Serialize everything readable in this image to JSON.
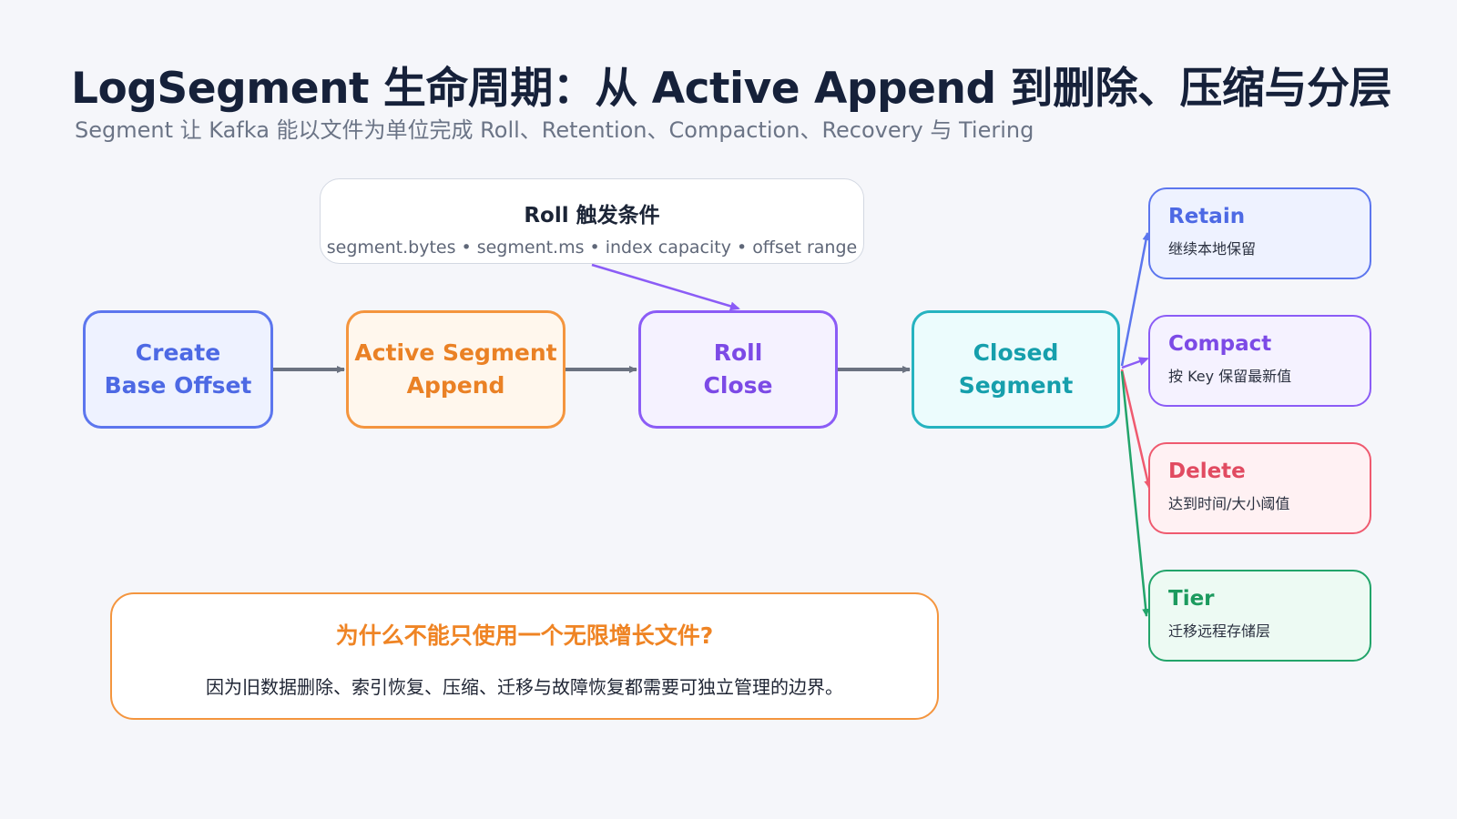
{
  "title": "LogSegment 生命周期：从 Active Append 到删除、压缩与分层",
  "subtitle": "Segment 让 Kafka 能以文件为单位完成 Roll、Retention、Compaction、Recovery 与 Tiering",
  "roll_conditions": {
    "title": "Roll 触发条件",
    "items": [
      "segment.bytes",
      "segment.ms",
      "index capacity",
      "offset range"
    ]
  },
  "stages": [
    {
      "line1": "Create",
      "line2": "Base Offset"
    },
    {
      "line1": "Active Segment",
      "line2": "Append"
    },
    {
      "line1": "Roll",
      "line2": "Close"
    },
    {
      "line1": "Closed Segment",
      "line2": ""
    }
  ],
  "outcomes": [
    {
      "title": "Retain",
      "desc": "继续本地保留",
      "color": "#5c76ee"
    },
    {
      "title": "Compact",
      "desc": "按 Key 保留最新值",
      "color": "#8b5cf6"
    },
    {
      "title": "Delete",
      "desc": "达到时间/大小阈值",
      "color": "#ef5a6f"
    },
    {
      "title": "Tier",
      "desc": "迁移远程存储层",
      "color": "#22a46a"
    }
  ],
  "why": {
    "title": "为什么不能只使用一个无限增长文件?",
    "body": "因为旧数据删除、索引恢复、压缩、迁移与故障恢复都需要可独立管理的边界。"
  },
  "colors": {
    "background": "#f5f6fa",
    "connector": "#6b7280",
    "create": "#5c76ee",
    "active": "#f4953e",
    "roll": "#8b5cf6",
    "closed": "#26b3c0"
  }
}
